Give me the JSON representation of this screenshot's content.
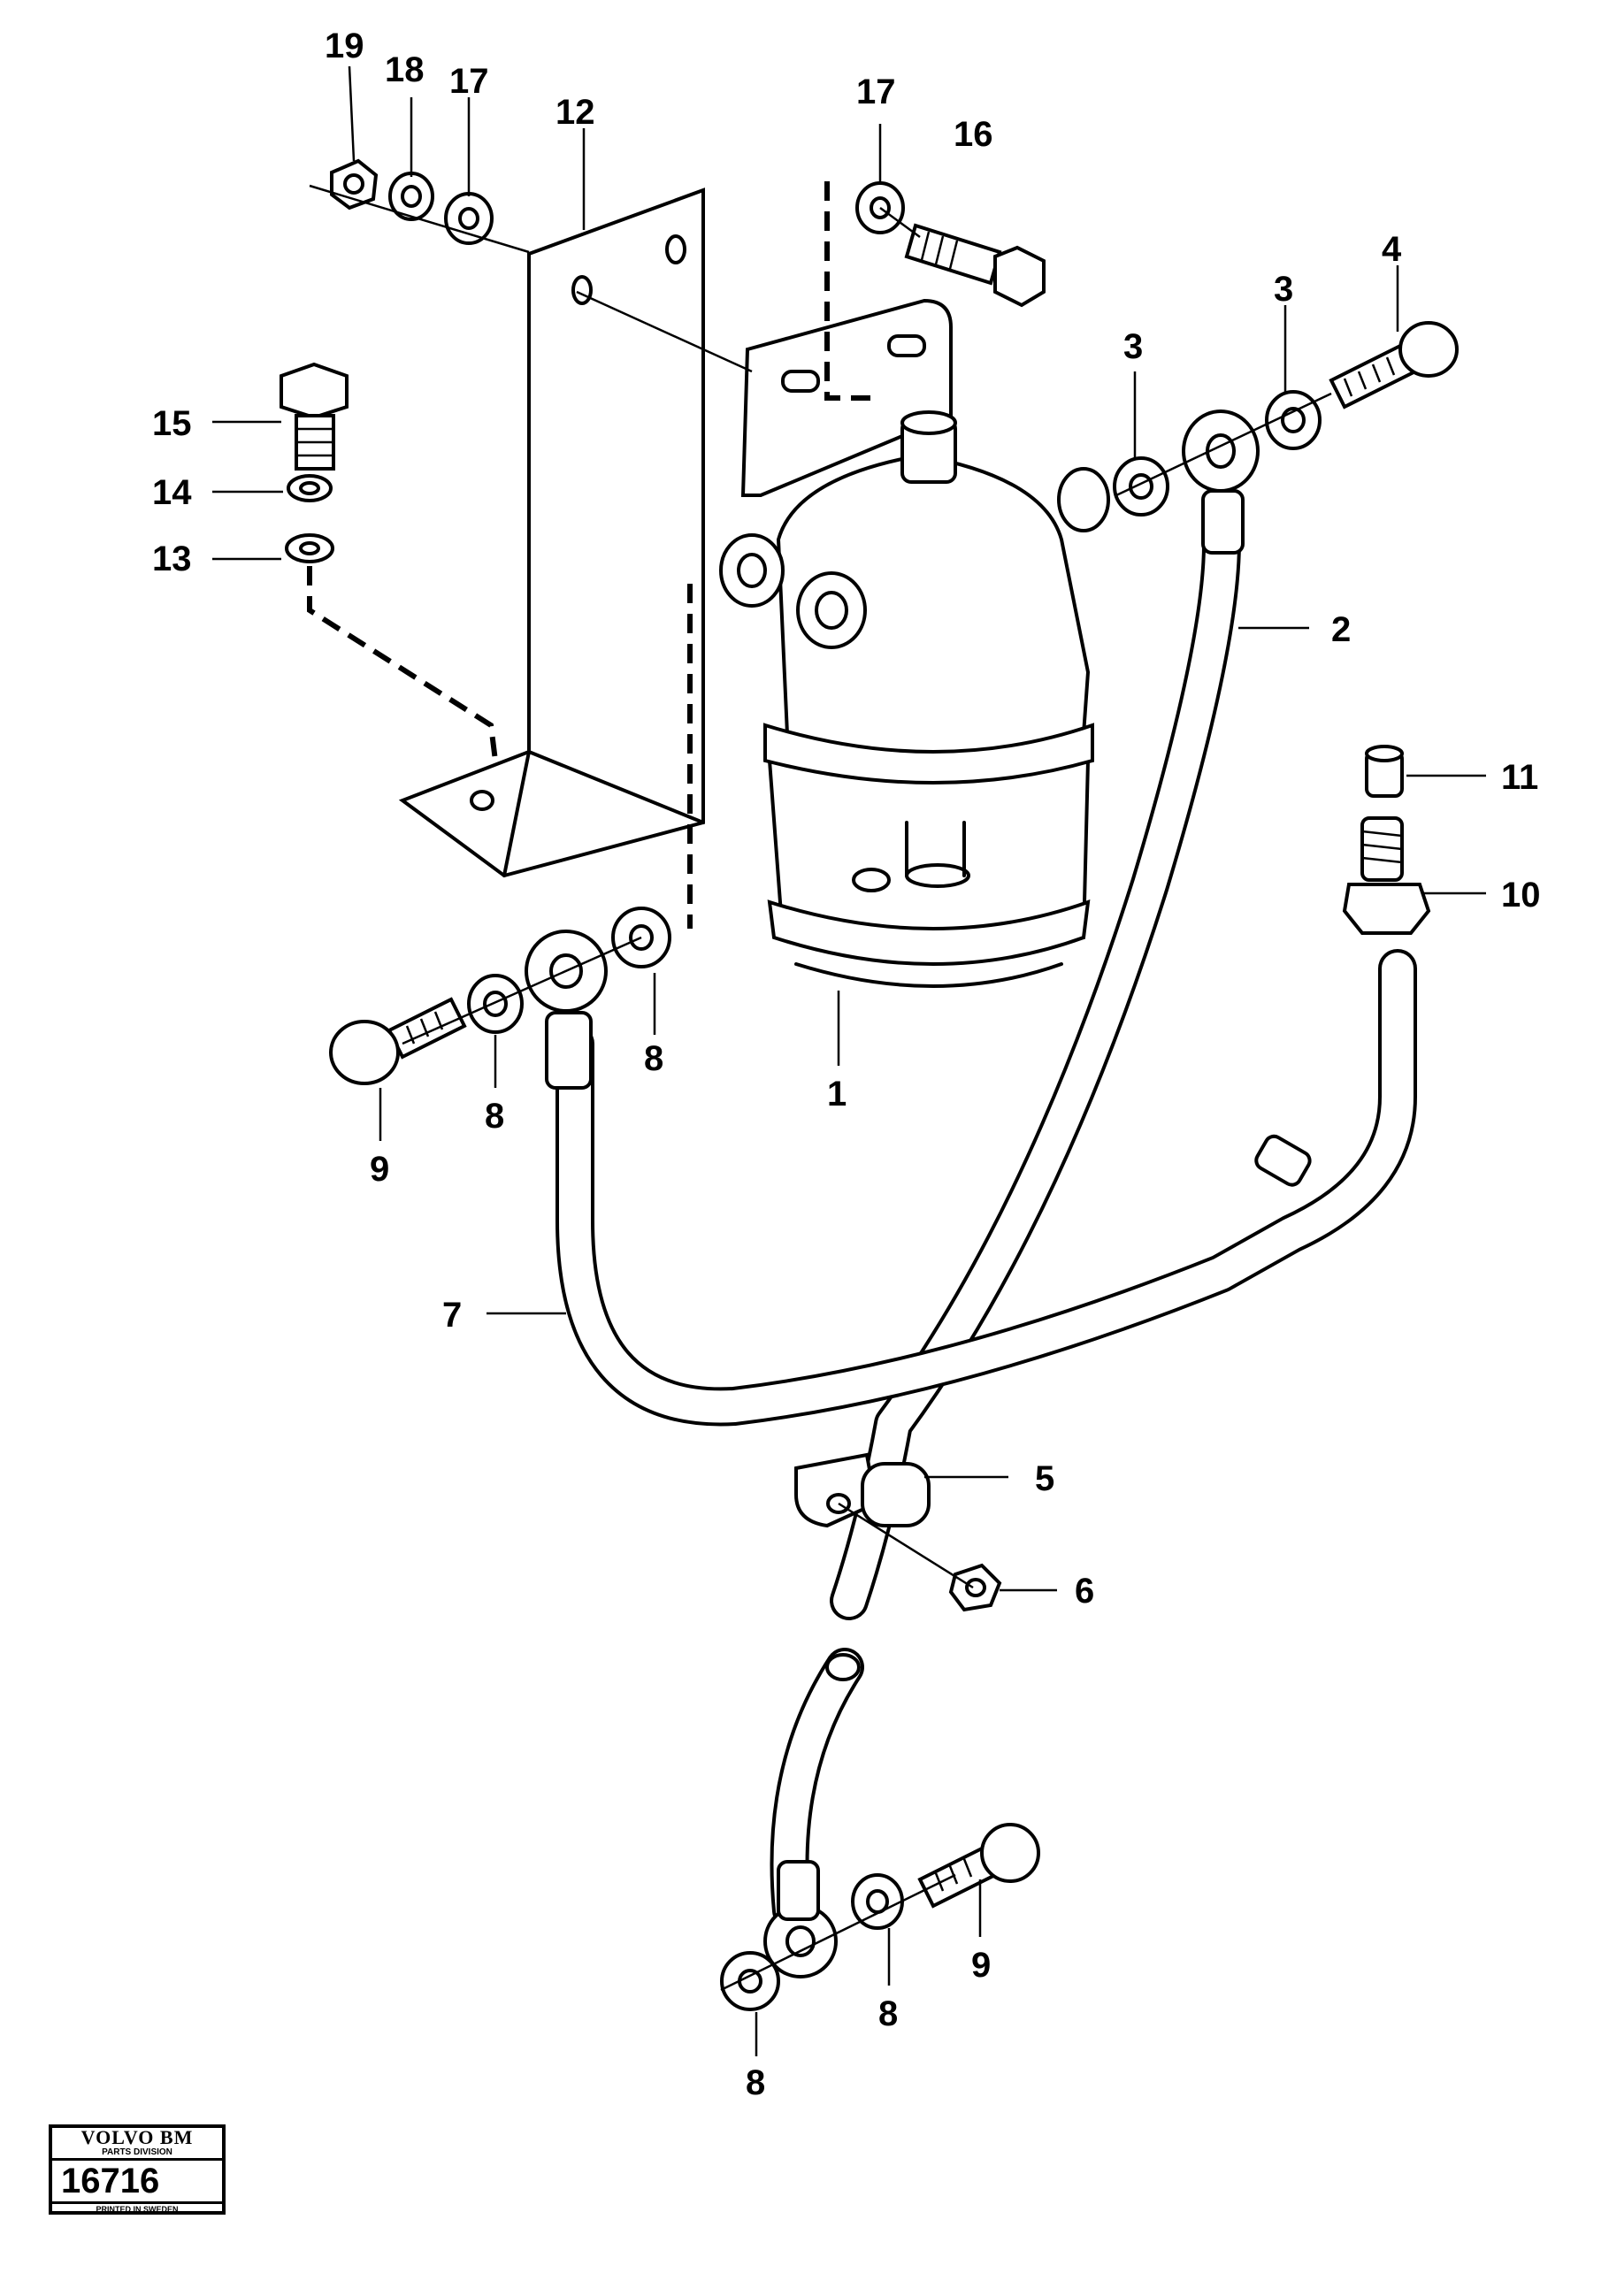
{
  "labels": {
    "l1": "1",
    "l2": "2",
    "l3a": "3",
    "l3b": "3",
    "l4": "4",
    "l5": "5",
    "l6": "6",
    "l7": "7",
    "l8a": "8",
    "l8b": "8",
    "l8c": "8",
    "l8d": "8",
    "l9a": "9",
    "l9b": "9",
    "l10": "10",
    "l11": "11",
    "l12": "12",
    "l13": "13",
    "l14": "14",
    "l15": "15",
    "l16": "16",
    "l17a": "17",
    "l17b": "17",
    "l18": "18",
    "l19": "19"
  },
  "stamp": {
    "brand": "VOLVO BM",
    "division": "PARTS DIVISION",
    "number": "16716",
    "printed": "PRINTED IN SWEDEN"
  }
}
